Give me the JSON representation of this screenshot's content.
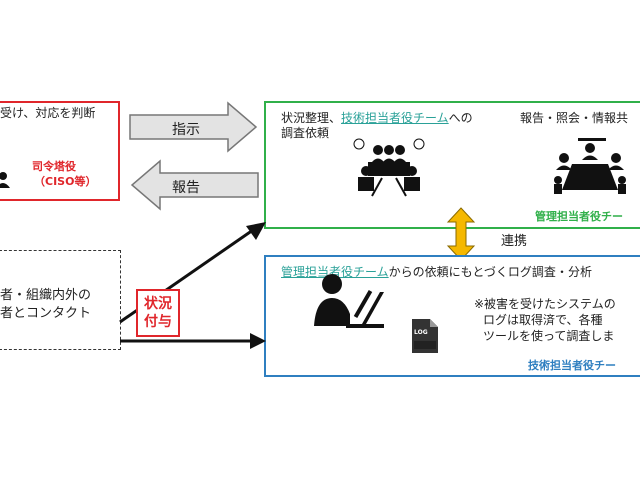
{
  "left_top": {
    "text": "受け、対応を判断",
    "role_line1": "司令塔役",
    "role_line2": "（CISO等）"
  },
  "arrows": {
    "instruct": "指示",
    "report": "報告"
  },
  "green_box": {
    "line1_pre": "状況整理、",
    "line1_link": "技術担当者役チーム",
    "line1_post": "への",
    "line2": "調査依頼",
    "right_text": "報告・照会・情報共",
    "team_label": "管理担当者役チー"
  },
  "link_label": "連携",
  "blue_box": {
    "title_link": "管理担当者役チーム",
    "title_post": "からの依頼にもとづくログ調査・分析",
    "note_line1": "※被害を受けたシステムの",
    "note_line2": "ログは取得済で、各種",
    "note_line3": "ツールを使って調査しま",
    "file_label": "LOG",
    "team_label": "技術担当者役チー"
  },
  "left_bottom": {
    "line1": "者・組織内外の",
    "line2": "者とコンタクト"
  },
  "status_badge": {
    "line1": "状況",
    "line2": "付与"
  },
  "colors": {
    "red": "#e0262b",
    "green": "#30b04a",
    "blue": "#2f7fc0",
    "gold": "#f5b800"
  }
}
